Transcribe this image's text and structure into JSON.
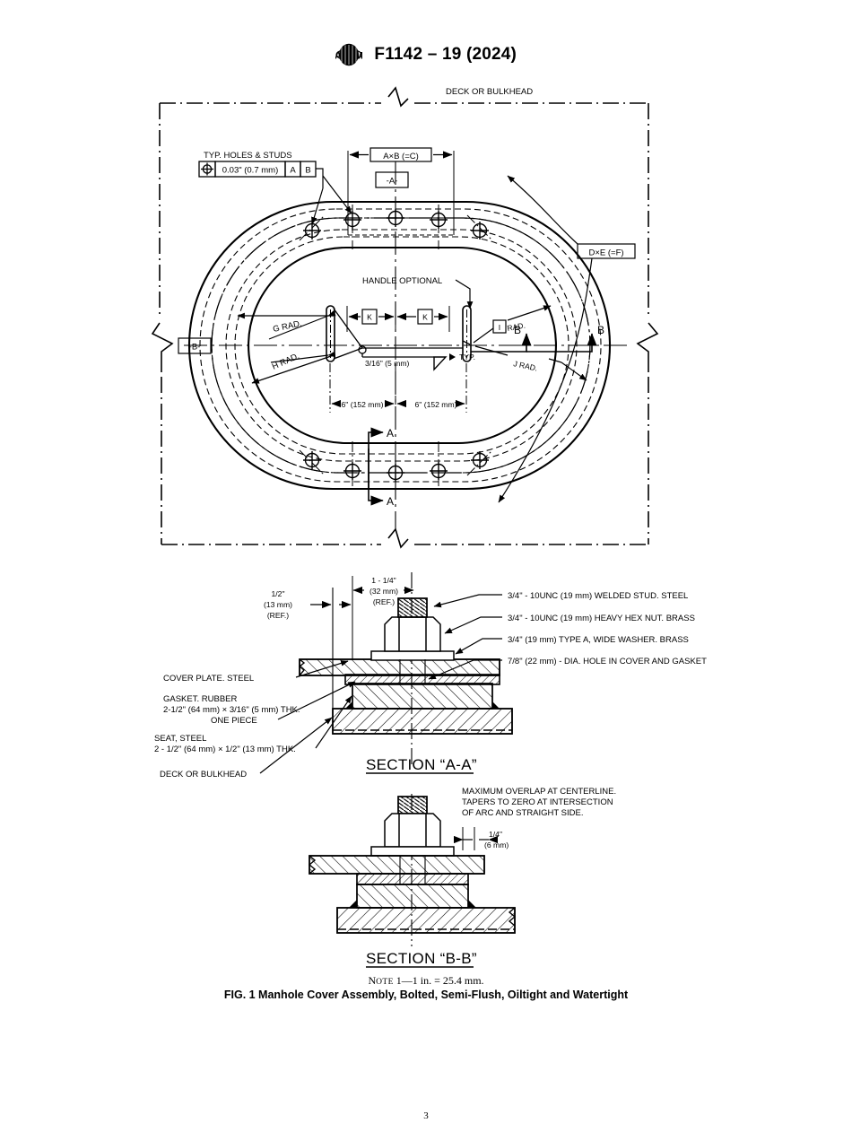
{
  "header": {
    "logo_icon": "astm-logo",
    "designation": "F1142 – 19 (2024)"
  },
  "plan_view": {
    "deck_label": "DECK OR BULKHEAD",
    "gdt": {
      "title": "TYP. HOLES & STUDS",
      "symbol_icon": "position-tolerance-icon",
      "tolerance": "0.03\" (0.7 mm)",
      "datum_1": "A",
      "datum_2": "B"
    },
    "dim_ab": "A×B (=C)",
    "datum_a": "-A-",
    "datum_b": "-B-",
    "dim_de": "D×E (=F)",
    "handle_label": "HANDLE OPTIONAL",
    "dim_k_left": "K",
    "dim_k_right": "K",
    "rad_g": "G RAD.",
    "rad_h": "H RAD.",
    "rad_i_box": "I",
    "rad_i_text": "RAD.",
    "rad_j": "J RAD.",
    "weld_size": "3/16\" (5 mm)",
    "weld_typ": "TYP.",
    "dim_6_left": "6\" (152 mm)",
    "dim_6_right": "6\" (152 mm)",
    "section_a_top": "A",
    "section_a_bottom": "A",
    "section_b_left": "B",
    "section_b_right": "B"
  },
  "section_aa": {
    "title": "SECTION “A-A”",
    "dim_half": "1/2\"",
    "dim_half_mm": "(13 mm)",
    "dim_half_ref": "(REF.)",
    "dim_125": "1 - 1/4\"",
    "dim_125_mm": "(32 mm)",
    "dim_125_ref": "(REF.)",
    "left_labels": [
      "COVER PLATE. STEEL",
      "GASKET. RUBBER",
      "2-1/2\" (64 mm) × 3/16\" (5 mm) THK.",
      "ONE PIECE",
      "SEAT, STEEL",
      "2 - 1/2\" (64 mm) × 1/2\" (13 mm) THK.",
      "DECK OR BULKHEAD"
    ],
    "right_labels": [
      "3/4\" - 10UNC (19 mm) WELDED STUD. STEEL",
      "3/4\" - 10UNC (19 mm) HEAVY HEX NUT. BRASS",
      "3/4\" (19 mm) TYPE A, WIDE WASHER. BRASS",
      "7/8\" (22 mm) - DIA. HOLE IN COVER AND GASKET"
    ]
  },
  "section_bb": {
    "title": "SECTION “B-B”",
    "note_lines": [
      "MAXIMUM OVERLAP AT CENTERLINE.",
      "TAPERS TO ZERO AT INTERSECTION",
      "OF ARC AND STRAIGHT SIDE."
    ],
    "dim_quarter": "1/4\"",
    "dim_quarter_mm": "(6 mm)"
  },
  "footer": {
    "note_word": "N",
    "note_word_rest": "OTE",
    "note_text": " 1—1 in. = 25.4 mm.",
    "figure_caption": "FIG. 1  Manhole Cover Assembly, Bolted, Semi-Flush, Oiltight and Watertight",
    "page_number": "3"
  }
}
